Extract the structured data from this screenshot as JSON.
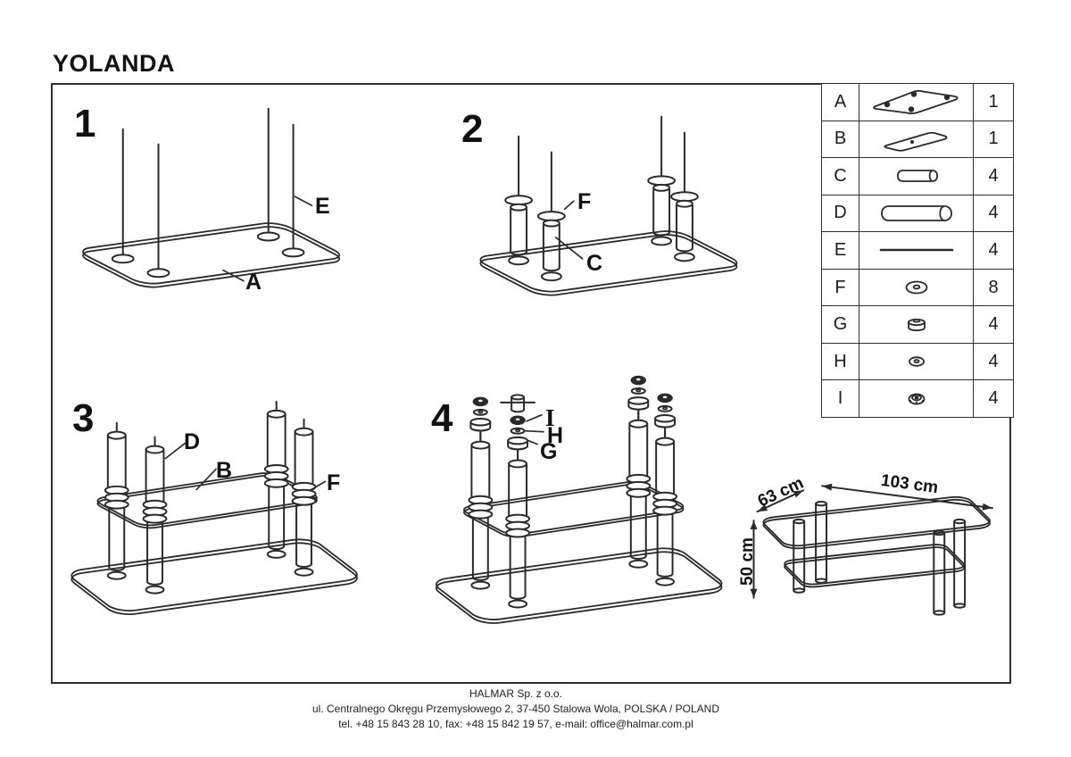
{
  "title": "YOLANDA",
  "steps": [
    {
      "number": "1",
      "labels": [
        {
          "text": "E"
        },
        {
          "text": "A"
        }
      ]
    },
    {
      "number": "2",
      "labels": [
        {
          "text": "F"
        },
        {
          "text": "C"
        }
      ]
    },
    {
      "number": "3",
      "labels": [
        {
          "text": "D"
        },
        {
          "text": "B"
        },
        {
          "text": "F"
        }
      ]
    },
    {
      "number": "4",
      "labels": [
        {
          "text": "I"
        },
        {
          "text": "H"
        },
        {
          "text": "G"
        }
      ]
    }
  ],
  "parts_table": {
    "rows": [
      {
        "letter": "A",
        "icon": "glass-top-panel-icon",
        "qty": "1"
      },
      {
        "letter": "B",
        "icon": "glass-shelf-panel-icon",
        "qty": "1"
      },
      {
        "letter": "C",
        "icon": "short-tube-icon",
        "qty": "4"
      },
      {
        "letter": "D",
        "icon": "long-tube-icon",
        "qty": "4"
      },
      {
        "letter": "E",
        "icon": "threaded-rod-icon",
        "qty": "4"
      },
      {
        "letter": "F",
        "icon": "washer-icon",
        "qty": "8"
      },
      {
        "letter": "G",
        "icon": "cap-icon",
        "qty": "4"
      },
      {
        "letter": "H",
        "icon": "small-washer-icon",
        "qty": "4"
      },
      {
        "letter": "I",
        "icon": "nut-icon",
        "qty": "4"
      }
    ]
  },
  "dimensions": {
    "width": "103 cm",
    "depth": "63 cm",
    "height": "50 cm"
  },
  "footer": {
    "line1": "HALMAR Sp. z o.o.",
    "line2": "ul. Centralnego Okręgu Przemysłowego 2, 37-450 Stalowa Wola, POLSKA / POLAND",
    "line3": "tel. +48 15 843 28 10, fax: +48 15 842 19 57, e-mail: office@halmar.com.pl"
  },
  "colors": {
    "ink": "#2a2a2a",
    "paper": "#ffffff"
  }
}
